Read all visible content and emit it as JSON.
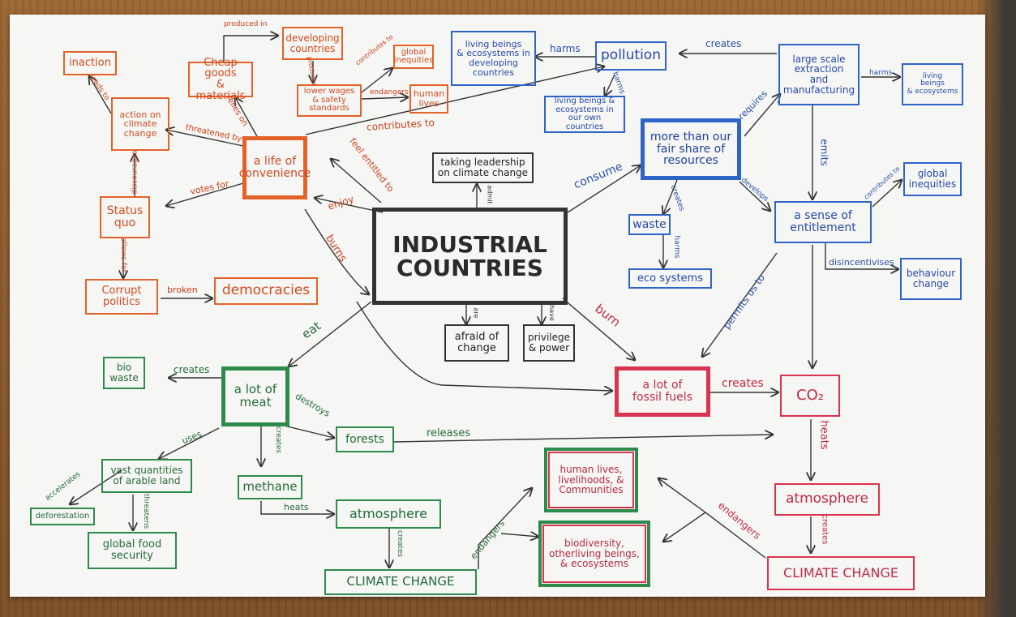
{
  "colors": {
    "orange": "#e3622a",
    "blue": "#2f63c8",
    "green": "#2e8a4a",
    "red": "#d8334f",
    "black": "#333333"
  },
  "nodes": {
    "industrial_countries": "INDUSTRIAL\nCOUNTRIES",
    "taking_leadership": "taking leadership\non climate change",
    "afraid_of_change": "afraid of\nchange",
    "privilege_power": "privilege\n& power",
    "life_of_convenience": "a life of\nconvenience",
    "cheap_goods": "Cheap goods\n& materials",
    "developing_countries": "developing\ncountries",
    "lower_wages": "lower wages\n& safety\nstandards",
    "global_inequities_1": "global\ninequities",
    "human_lives": "human\nlives",
    "inaction": "inaction",
    "action_on_climate": "action on\nclimate\nchange",
    "status_quo": "Status\nquo",
    "corrupt_politics": "Corrupt\npolitics",
    "democracies": "democracies",
    "living_beings_developing": "living beings\n& ecosystems in\ndeveloping\ncountries",
    "pollution": "pollution",
    "living_beings_own": "living beings &\necosystems in\nour own countries",
    "large_scale_extraction": "large scale\nextraction\nand\nmanufacturing",
    "living_beings_ecosystems": "living\nbeings\n& ecosystems",
    "more_than_fair_share": "more than our\nfair share of\nresources",
    "waste": "waste",
    "ecosystems": "eco systems",
    "sense_of_entitlement": "a sense of\nentitlement",
    "global_inequities_2": "global\ninequities",
    "behaviour_change": "behaviour\nchange",
    "fossil_fuels": "a lot of\nfossil fuels",
    "co2": "CO₂",
    "atmosphere_red": "atmosphere",
    "climate_change_red": "CLIMATE CHANGE",
    "human_livelihoods": "human lives,\nlivelihoods, &\nCommunities",
    "biodiversity": "biodiversity,\notherliving beings,\n& ecosystems",
    "lot_of_meat": "a lot of\nmeat",
    "bio_waste": "bio\nwaste",
    "forests": "forests",
    "arable_land": "vast quantities\nof arable land",
    "deforestation": "deforestation",
    "food_security": "global food\nsecurity",
    "methane": "methane",
    "atmosphere_green": "atmosphere",
    "climate_change_green": "CLIMATE CHANGE"
  },
  "labels": {
    "produced_in": "produced in",
    "produces": "produces",
    "contributes_to_a": "contributes to",
    "endangers_a": "endangers",
    "relies_on": "relies on",
    "threatened_by": "threatened by",
    "leads_to": "leads to",
    "discourages": "discourages",
    "votes_for": "votes for",
    "allows_for": "allows for",
    "broken": "broken",
    "feel_entitled_to": "feel entitled to",
    "enjoy": "enjoy",
    "burns": "burns",
    "contributes_to_b": "contributes to",
    "harms_a": "harms",
    "harms_b": "harms",
    "creates_a": "creates",
    "harms_c": "harms",
    "requires": "requires",
    "emits_a": "emits",
    "consume": "consume",
    "admit": "admit",
    "creates_b": "creates",
    "harms_d": "harms",
    "develops": "develops",
    "contributes_to_c": "contributes to",
    "disincentivises": "disincentivises",
    "permits_us_to": "permits us to",
    "are": "are",
    "have": "have",
    "burn": "burn",
    "eat": "eat",
    "creates_c": "creates",
    "creates_d": "creates",
    "destroys": "destroys",
    "releases": "releases",
    "uses": "uses",
    "creates_e": "creates",
    "accelerates": "accelerates",
    "threatens": "threatens",
    "heats_a": "heats",
    "creates_f": "creates",
    "endangers_b": "endangers",
    "heats_b": "heats",
    "creates_g": "creates",
    "endangers_c": "endangers"
  }
}
